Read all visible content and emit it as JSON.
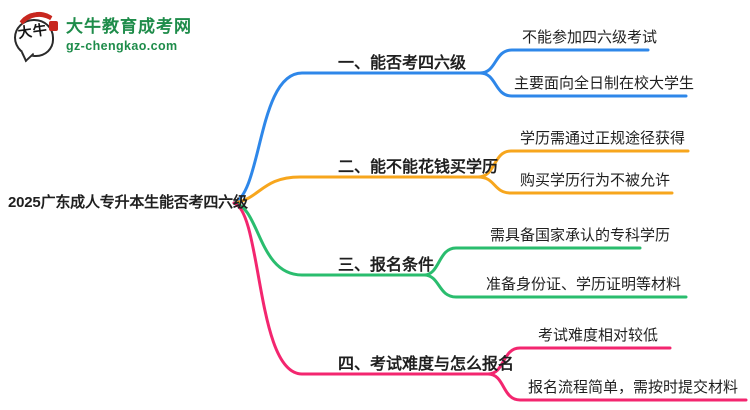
{
  "logo": {
    "icon_text": "大牛",
    "brand": "大牛教育成考网",
    "domain": "gz-chengkao.com",
    "brand_color": "#1e8c4a"
  },
  "root": {
    "label": "2025广东成人专升本生能否考四六级"
  },
  "branches": [
    {
      "label": "一、能否考四六级",
      "color": "#2e87e9",
      "children": [
        "不能参加四六级考试",
        "主要面向全日制在校大学生"
      ]
    },
    {
      "label": "二、能不能花钱买学历",
      "color": "#f7a61d",
      "children": [
        "学历需通过正规途径获得",
        "购买学历行为不被允许"
      ]
    },
    {
      "label": "三、报名条件",
      "color": "#2abd6e",
      "children": [
        "需具备国家承认的专科学历",
        "准备身份证、学历证明等材料"
      ]
    },
    {
      "label": "四、考试难度与怎么报名",
      "color": "#f3266f",
      "children": [
        "考试难度相对较低",
        "报名流程简单，需按时提交材料"
      ]
    }
  ]
}
